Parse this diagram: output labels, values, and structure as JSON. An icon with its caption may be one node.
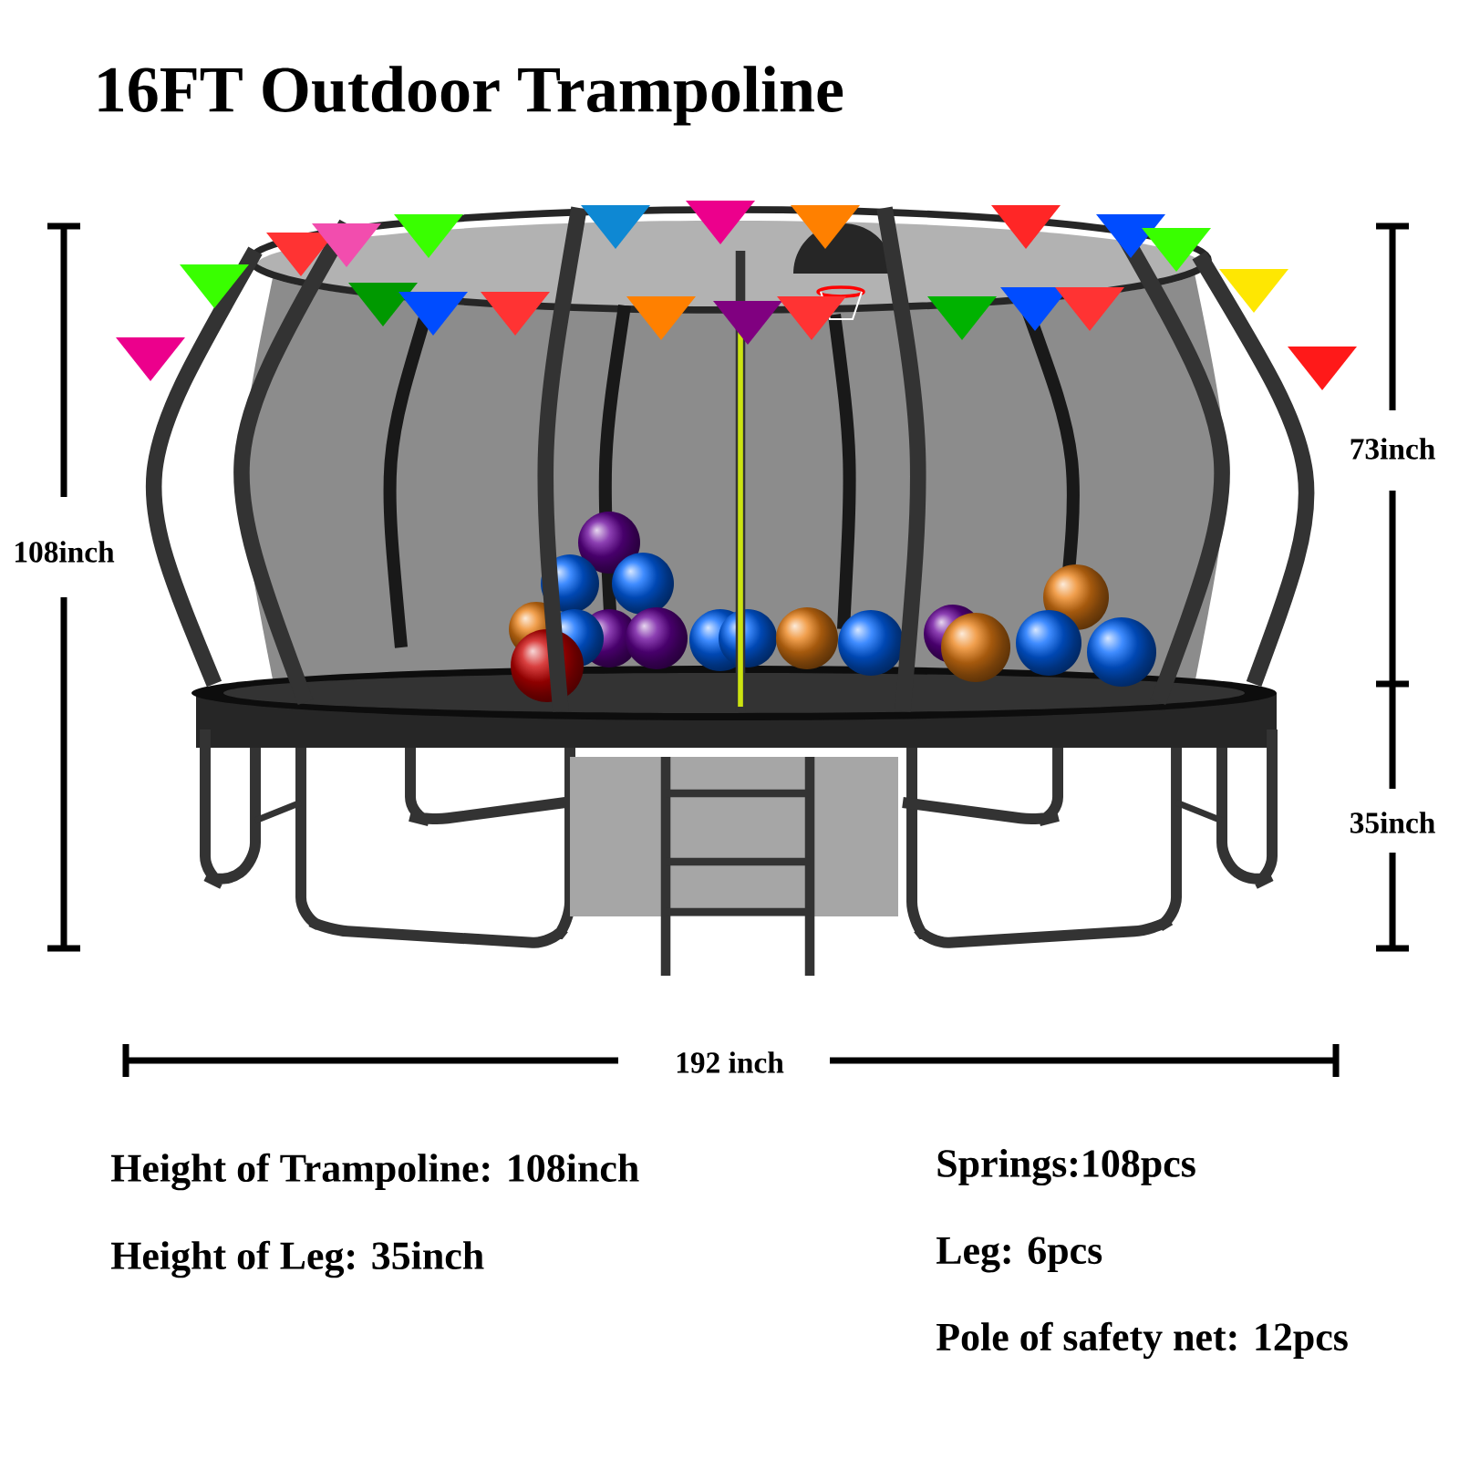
{
  "diagram": {
    "title": "16FT Outdoor Trampoline",
    "labels": [
      "108inch",
      "73inch",
      "35inch",
      "192 inch",
      "Height of Trampoline:  108inch",
      "Springs:108pcs",
      "Height of Leg: 35inch",
      "Leg: 6pcs",
      "Pole of safety net: 12pcs"
    ]
  }
}
